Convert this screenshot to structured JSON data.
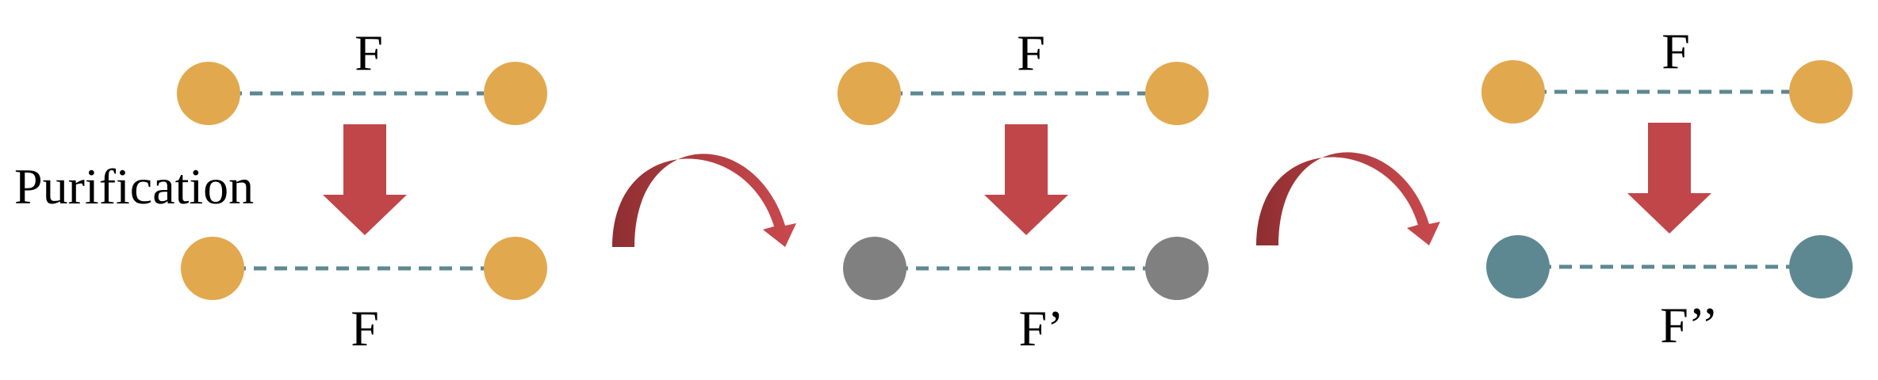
{
  "side_label": "Purification",
  "colors": {
    "node_orange": "#E2A84E",
    "node_gray": "#808080",
    "node_teal": "#5E8891",
    "link_dash": "#5E8891",
    "down_arrow": "#C0464A",
    "curve_arrow": "#A83A3E"
  },
  "panels": [
    {
      "top_label": "F",
      "bottom_label": "F",
      "top_nodes": "orange",
      "bottom_nodes": "orange"
    },
    {
      "top_label": "F",
      "bottom_label": "F’",
      "top_nodes": "orange",
      "bottom_nodes": "gray"
    },
    {
      "top_label": "F",
      "bottom_label": "F’’",
      "top_nodes": "orange",
      "bottom_nodes": "teal"
    }
  ]
}
